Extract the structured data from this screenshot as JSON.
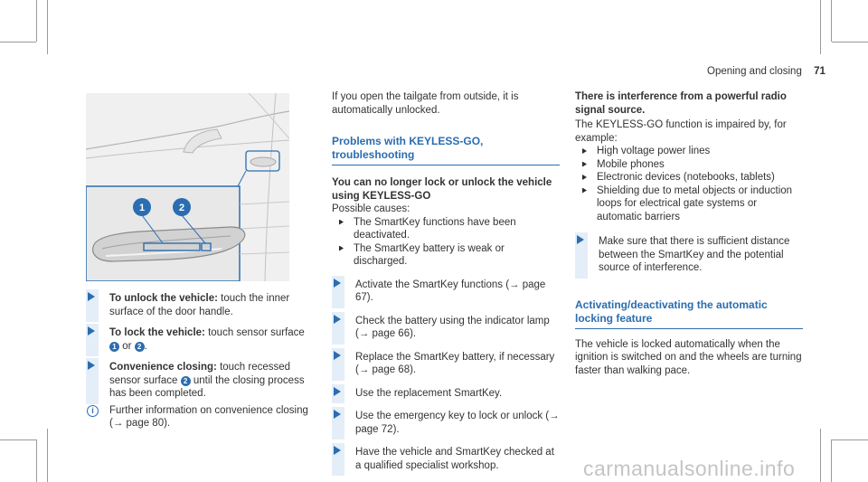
{
  "header": {
    "section": "Opening and closing",
    "page": "71"
  },
  "figure": {
    "callout_1": "1",
    "callout_2": "2"
  },
  "col1": {
    "unlock_title": "To unlock the vehicle:",
    "unlock_text": "touch the inner surface of the door handle.",
    "lock_title": "To lock the vehicle:",
    "lock_text_a": "touch sensor surface",
    "lock_ref_1": "1",
    "lock_or": "or",
    "lock_ref_2": "2",
    "convenience_title": "Convenience closing:",
    "convenience_text_a": "touch recessed sensor surface",
    "convenience_ref": "2",
    "convenience_text_b": "until the closing process has been completed.",
    "info_text": "Further information on convenience closing (→ page 80)."
  },
  "col2": {
    "intro": "If you open the tailgate from outside, it is automatically unlocked.",
    "section_title": "Problems with KEYLESS-GO, troubleshooting",
    "problem_title": "You can no longer lock or unlock the vehicle using KEYLESS-GO",
    "causes_label": "Possible causes:",
    "causes": [
      "The SmartKey functions have been deactivated.",
      "The SmartKey battery is weak or discharged."
    ],
    "steps": [
      "Activate the SmartKey functions (→ page 67).",
      "Check the battery using the indicator lamp (→ page 66).",
      "Replace the SmartKey battery, if necessary (→ page 68).",
      "Use the replacement SmartKey.",
      "Use the emergency key to lock or unlock (→ page 72).",
      "Have the vehicle and SmartKey checked at a qualified specialist workshop."
    ]
  },
  "col3": {
    "interference_title": "There is interference from a powerful radio signal source.",
    "interference_text": "The KEYLESS-GO function is impaired by, for example:",
    "sources": [
      "High voltage power lines",
      "Mobile phones",
      "Electronic devices (notebooks, tablets)",
      "Shielding due to metal objects or induction loops for electrical gate systems or automatic barriers"
    ],
    "step": "Make sure that there is sufficient distance between the SmartKey and the potential source of interference.",
    "section_title": "Activating/deactivating the automatic locking feature",
    "section_text": "The vehicle is locked automatically when the ignition is switched on and the wheels are turning faster than walking pace."
  },
  "watermark": "carmanualsonline.info",
  "colors": {
    "accent": "#2a6db0",
    "figure_bg": "#efefef",
    "step_bar": "#e4eef8"
  }
}
